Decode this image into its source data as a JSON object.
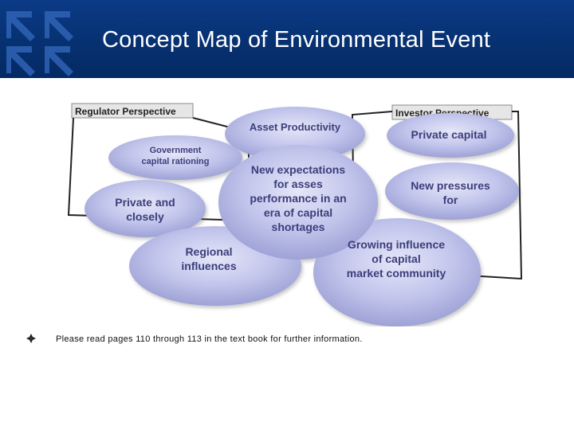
{
  "slide": {
    "title": "Concept Map of Environmental Event"
  },
  "colors": {
    "header_bg": "#06306f",
    "title_text": "#ffffff",
    "node_fill": "#c3c6ec",
    "node_text": "#3b3e7a"
  },
  "icons": {
    "logo": "arrows-logo-icon",
    "bullet": "diamond-bullet-icon"
  },
  "diagram": {
    "regulator_label": "Regulator Perspective",
    "investor_label": "Investor Perspective",
    "nodes": {
      "asset_productivity": [
        "Asset Productivity"
      ],
      "government_capital": [
        "Government",
        "capital rationing"
      ],
      "private_closely": [
        "Private and",
        "closely"
      ],
      "regional": [
        "Regional",
        "influences"
      ],
      "center": [
        "New expectations",
        "for asses",
        "performance in an",
        "era of capital",
        "shortages"
      ],
      "private_capital": [
        "Private capital"
      ],
      "new_pressures": [
        "New pressures",
        "for"
      ],
      "growing_influence": [
        "Growing influence",
        "of capital",
        "market community"
      ]
    }
  },
  "note": {
    "text": "Please read pages 110 through 113 in the text book for further information."
  }
}
